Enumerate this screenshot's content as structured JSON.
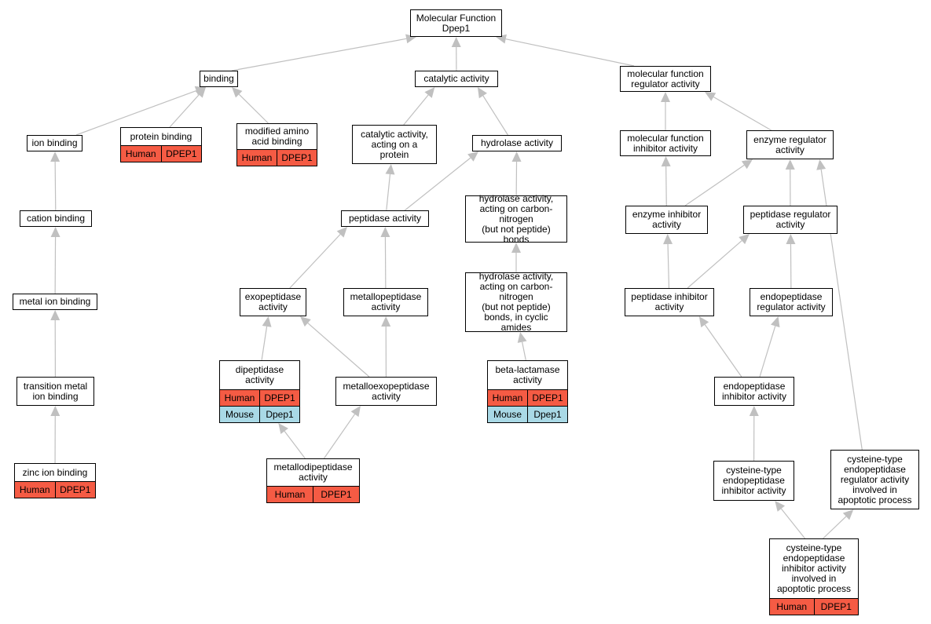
{
  "colors": {
    "edge": "#c0c0c0",
    "human_row": "#f55b44",
    "mouse_row": "#a9d9e6",
    "node_border": "#000000"
  },
  "nodes": {
    "root": {
      "label": "Molecular Function\nDpep1"
    },
    "binding": {
      "label": "binding"
    },
    "catalytic_activity": {
      "label": "catalytic activity"
    },
    "mf_regulator": {
      "label": "molecular function\nregulator activity"
    },
    "ion_binding": {
      "label": "ion binding"
    },
    "protein_binding": {
      "label": "protein binding",
      "rows": [
        {
          "species": "Human",
          "gene": "DPEP1"
        }
      ]
    },
    "modified_amino_acid_binding": {
      "label": "modified amino\nacid binding",
      "rows": [
        {
          "species": "Human",
          "gene": "DPEP1"
        }
      ]
    },
    "catalytic_on_protein": {
      "label": "catalytic activity,\nacting on a\nprotein"
    },
    "hydrolase_activity": {
      "label": "hydrolase activity"
    },
    "mf_inhibitor": {
      "label": "molecular function\ninhibitor activity"
    },
    "enzyme_regulator": {
      "label": "enzyme regulator\nactivity"
    },
    "cation_binding": {
      "label": "cation binding"
    },
    "peptidase_activity": {
      "label": "peptidase activity"
    },
    "hydrolase_cn": {
      "label": "hydrolase activity,\nacting on carbon-nitrogen\n(but not peptide)\nbonds"
    },
    "enzyme_inhibitor": {
      "label": "enzyme inhibitor\nactivity"
    },
    "peptidase_regulator": {
      "label": "peptidase regulator\nactivity"
    },
    "metal_ion_binding": {
      "label": "metal ion binding"
    },
    "exopeptidase": {
      "label": "exopeptidase\nactivity"
    },
    "metallopeptidase": {
      "label": "metallopeptidase\nactivity"
    },
    "hydrolase_cn_cyclic": {
      "label": "hydrolase activity,\nacting on carbon-nitrogen\n(but not peptide)\nbonds, in cyclic\namides"
    },
    "peptidase_inhibitor": {
      "label": "peptidase inhibitor\nactivity"
    },
    "endopeptidase_regulator": {
      "label": "endopeptidase\nregulator activity"
    },
    "transition_metal": {
      "label": "transition metal\nion binding"
    },
    "dipeptidase": {
      "label": "dipeptidase\nactivity",
      "rows": [
        {
          "species": "Human",
          "gene": "DPEP1"
        },
        {
          "species": "Mouse",
          "gene": "Dpep1"
        }
      ]
    },
    "metalloexopeptidase": {
      "label": "metalloexopeptidase\nactivity"
    },
    "beta_lactamase": {
      "label": "beta-lactamase\nactivity",
      "rows": [
        {
          "species": "Human",
          "gene": "DPEP1"
        },
        {
          "species": "Mouse",
          "gene": "Dpep1"
        }
      ]
    },
    "endopeptidase_inhibitor": {
      "label": "endopeptidase\ninhibitor activity"
    },
    "zinc_ion_binding": {
      "label": "zinc ion binding",
      "rows": [
        {
          "species": "Human",
          "gene": "DPEP1"
        }
      ]
    },
    "metallodipeptidase": {
      "label": "metallodipeptidase\nactivity",
      "rows": [
        {
          "species": "Human",
          "gene": "DPEP1"
        }
      ]
    },
    "cysteine_inhibitor": {
      "label": "cysteine-type\nendopeptidase\ninhibitor activity"
    },
    "cysteine_regulator_apoptotic": {
      "label": "cysteine-type\nendopeptidase\nregulator activity\ninvolved in\napoptotic process"
    },
    "cysteine_inhibitor_apoptotic": {
      "label": "cysteine-type\nendopeptidase\ninhibitor activity\ninvolved in\napoptotic process",
      "rows": [
        {
          "species": "Human",
          "gene": "DPEP1"
        }
      ]
    }
  },
  "edges": [
    [
      "binding",
      "root"
    ],
    [
      "catalytic_activity",
      "root"
    ],
    [
      "mf_regulator",
      "root"
    ],
    [
      "ion_binding",
      "binding"
    ],
    [
      "protein_binding",
      "binding"
    ],
    [
      "modified_amino_acid_binding",
      "binding"
    ],
    [
      "catalytic_on_protein",
      "catalytic_activity"
    ],
    [
      "hydrolase_activity",
      "catalytic_activity"
    ],
    [
      "mf_inhibitor",
      "mf_regulator"
    ],
    [
      "enzyme_regulator",
      "mf_regulator"
    ],
    [
      "cation_binding",
      "ion_binding"
    ],
    [
      "metal_ion_binding",
      "cation_binding"
    ],
    [
      "transition_metal",
      "metal_ion_binding"
    ],
    [
      "zinc_ion_binding",
      "transition_metal"
    ],
    [
      "peptidase_activity",
      "catalytic_on_protein"
    ],
    [
      "peptidase_activity",
      "hydrolase_activity"
    ],
    [
      "hydrolase_cn",
      "hydrolase_activity"
    ],
    [
      "hydrolase_cn_cyclic",
      "hydrolase_cn"
    ],
    [
      "beta_lactamase",
      "hydrolase_cn_cyclic"
    ],
    [
      "exopeptidase",
      "peptidase_activity"
    ],
    [
      "metallopeptidase",
      "peptidase_activity"
    ],
    [
      "dipeptidase",
      "exopeptidase"
    ],
    [
      "metalloexopeptidase",
      "exopeptidase"
    ],
    [
      "metalloexopeptidase",
      "metallopeptidase"
    ],
    [
      "metallodipeptidase",
      "dipeptidase"
    ],
    [
      "metallodipeptidase",
      "metalloexopeptidase"
    ],
    [
      "enzyme_inhibitor",
      "mf_inhibitor"
    ],
    [
      "enzyme_inhibitor",
      "enzyme_regulator"
    ],
    [
      "peptidase_regulator",
      "enzyme_regulator"
    ],
    [
      "peptidase_inhibitor",
      "enzyme_inhibitor"
    ],
    [
      "peptidase_inhibitor",
      "peptidase_regulator"
    ],
    [
      "endopeptidase_regulator",
      "peptidase_regulator"
    ],
    [
      "endopeptidase_inhibitor",
      "peptidase_inhibitor"
    ],
    [
      "endopeptidase_inhibitor",
      "endopeptidase_regulator"
    ],
    [
      "cysteine_inhibitor",
      "endopeptidase_inhibitor"
    ],
    [
      "cysteine_regulator_apoptotic",
      "enzyme_regulator"
    ],
    [
      "cysteine_inhibitor_apoptotic",
      "cysteine_inhibitor"
    ],
    [
      "cysteine_inhibitor_apoptotic",
      "cysteine_regulator_apoptotic"
    ]
  ]
}
